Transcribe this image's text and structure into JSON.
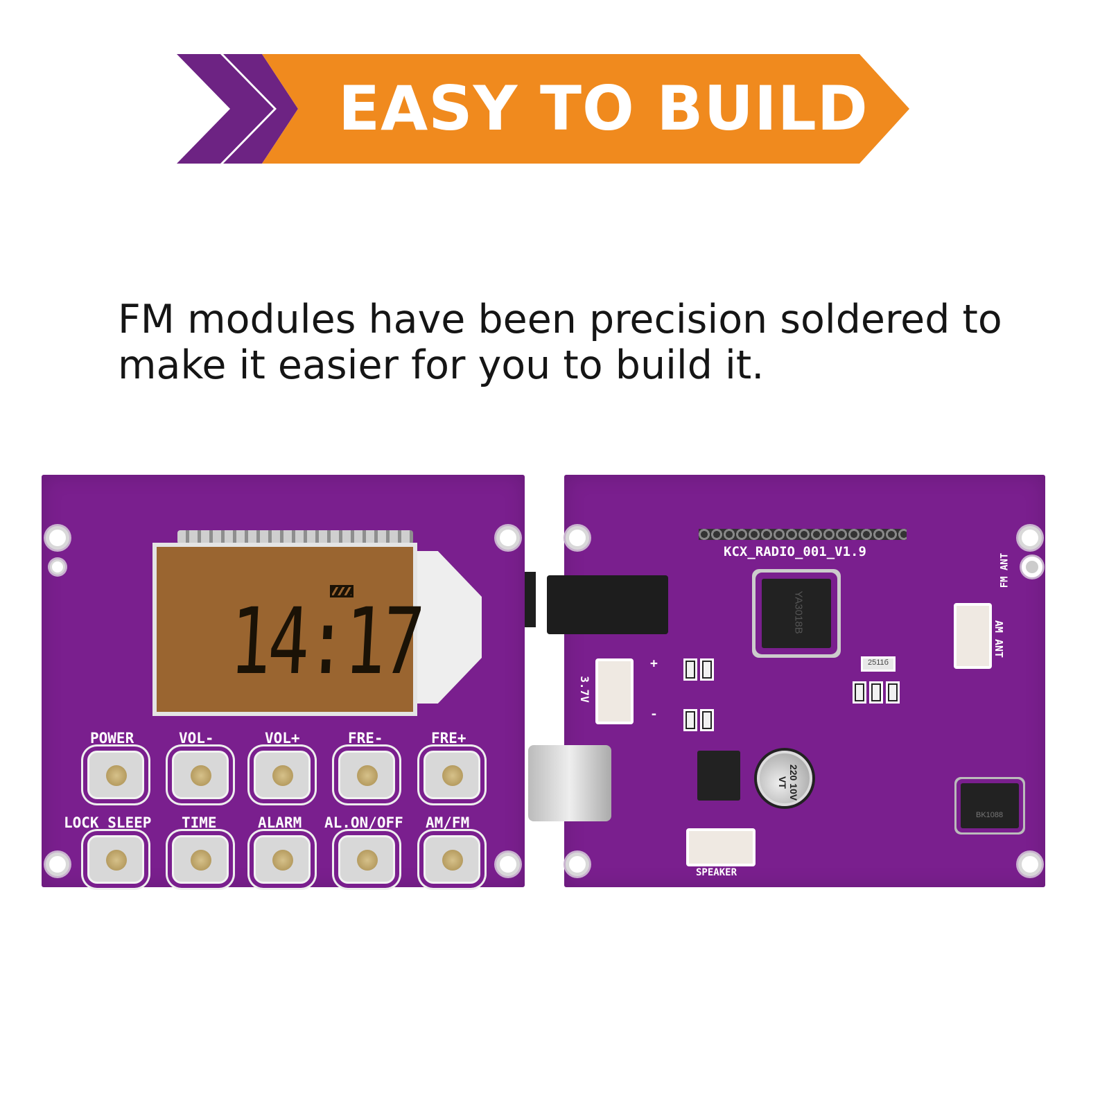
{
  "banner": {
    "title": "EASY TO BUILD",
    "colors": {
      "orange": "#f08a1e",
      "purple": "#6d2383"
    }
  },
  "description": {
    "lines": [
      "FM modules have been precision soldered to",
      "make it easier for you to build it."
    ]
  },
  "front_board": {
    "lcd_time": "14:17",
    "battery_icon": "battery-icon",
    "buttons_row1": [
      "POWER",
      "VOL-",
      "VOL+",
      "FRE-",
      "FRE+"
    ],
    "buttons_row2": [
      "LOCK_SLEEP",
      "TIME",
      "ALARM",
      "AL.ON/OFF",
      "AM/FM"
    ]
  },
  "back_board": {
    "board_name": "KCX_RADIO_001_V1.9",
    "fm_ant": "FM ANT",
    "am_ant": "AM ANT",
    "battery": "3.7V",
    "plus": "+",
    "minus": "-",
    "speaker": "SPEAKER",
    "main_chip": "YA3018B",
    "capacitor": "220 10V VT",
    "amp_chip": "BK1088",
    "resistor": "2511б"
  },
  "colors": {
    "pcb": "#7a1f8e",
    "lcd": "#9a6530"
  }
}
